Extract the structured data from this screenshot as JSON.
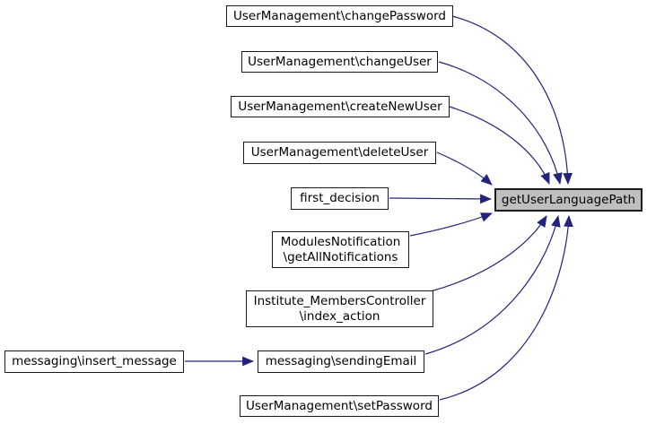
{
  "diagram": {
    "type": "call-graph",
    "background": "#ffffff",
    "edge_color": "#23237d",
    "node_fill": "#ffffff",
    "node_border": "#1a1a1a",
    "highlight_fill": "#bfbfbf",
    "text_color": "#000000"
  },
  "target": {
    "label": "getUserLanguagePath"
  },
  "callers": [
    {
      "label": "UserManagement\\changePassword"
    },
    {
      "label": "UserManagement\\changeUser"
    },
    {
      "label": "UserManagement\\createNewUser"
    },
    {
      "label": "UserManagement\\deleteUser"
    },
    {
      "label": "first_decision"
    },
    {
      "lines": [
        "ModulesNotification",
        "\\getAllNotifications"
      ]
    },
    {
      "lines": [
        "Institute_MembersController",
        "\\index_action"
      ]
    },
    {
      "label": "messaging\\sendingEmail"
    },
    {
      "label": "UserManagement\\setPassword"
    },
    {
      "label": "messaging\\insert_message"
    }
  ]
}
